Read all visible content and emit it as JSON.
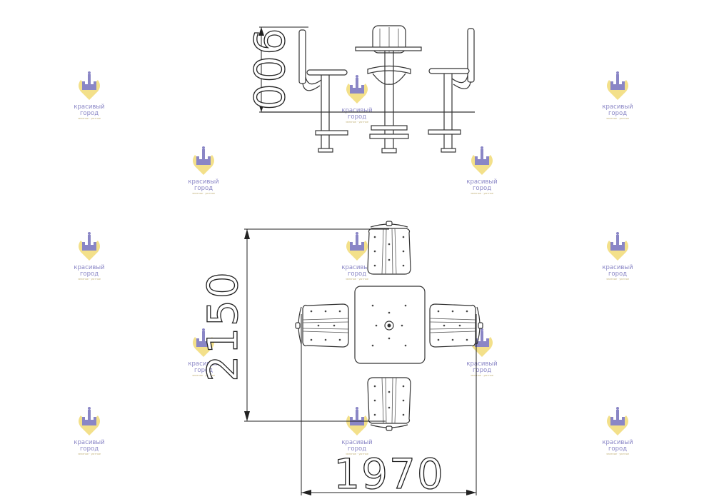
{
  "dimensions": {
    "height": "900",
    "depth": "2150",
    "width": "1970"
  },
  "watermark": {
    "line1": "красивый",
    "line2": "город",
    "tagline": "зеленое · уютное",
    "logo_icon": "castle-heart-icon",
    "colors": {
      "purple": "#8a86c6",
      "gold": "#f3e08a"
    }
  }
}
